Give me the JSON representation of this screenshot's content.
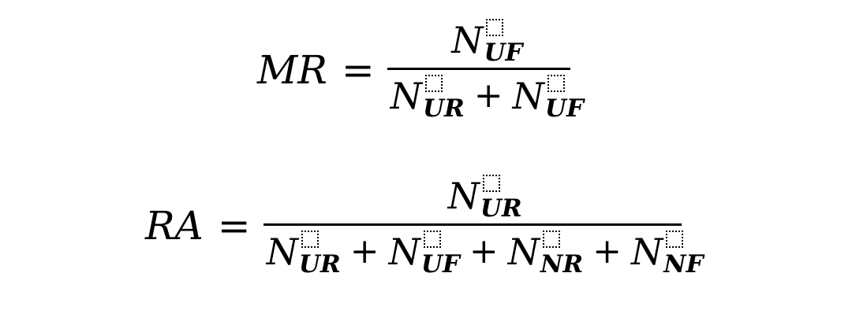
{
  "formulas": [
    {
      "lhs": "MR",
      "equals": "=",
      "numerator": [
        {
          "base": "N",
          "sub": "UF"
        }
      ],
      "denominator": [
        {
          "base": "N",
          "sub": "UR"
        },
        {
          "op": "+"
        },
        {
          "base": "N",
          "sub": "UF"
        }
      ]
    },
    {
      "lhs": "RA",
      "equals": "=",
      "numerator": [
        {
          "base": "N",
          "sub": "UR"
        }
      ],
      "denominator": [
        {
          "base": "N",
          "sub": "UR"
        },
        {
          "op": "+"
        },
        {
          "base": "N",
          "sub": "UF"
        },
        {
          "op": "+"
        },
        {
          "base": "N",
          "sub": "NR"
        },
        {
          "op": "+"
        },
        {
          "base": "N",
          "sub": "NF"
        }
      ]
    }
  ]
}
